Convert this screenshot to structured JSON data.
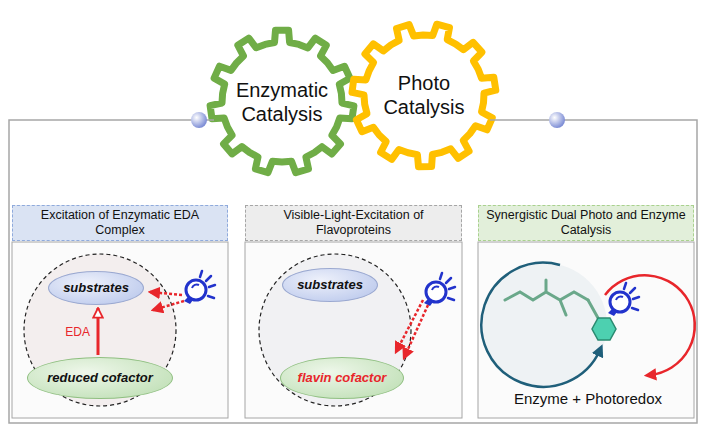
{
  "diagram": {
    "nodes": [
      {
        "text": [
          "Enzymatic Catalysis"
        ]
      },
      {
        "text": [
          "Photo Catalysis"
        ]
      },
      {
        "text": [
          "Excitation of Enzymatic EDA Complex"
        ]
      },
      {
        "text": [
          "substrates"
        ]
      },
      {
        "text": [
          "reduced cofactor"
        ]
      },
      {
        "text": [
          "Visible-Light-Excitation of Flavoproteins"
        ]
      },
      {
        "text": [
          "substrates"
        ]
      },
      {
        "text": [
          "flavin cofactor"
        ]
      },
      {
        "text": [
          "Synergistic Dual Photo and Enzyme Catalysis"
        ]
      }
    ],
    "edges": [
      {
        "from": 4,
        "to": 3,
        "label": "EDA",
        "arrow": "to"
      }
    ],
    "labels": [
      "Enzyme + Photoredox"
    ]
  }
}
